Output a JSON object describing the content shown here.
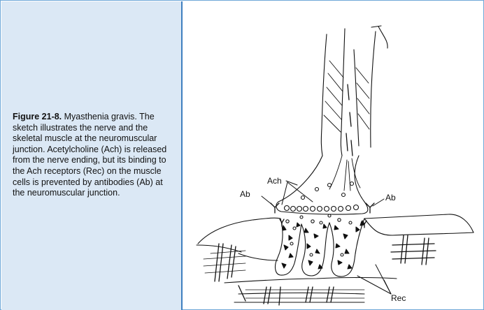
{
  "caption": {
    "figure_label": "Figure 21-8.",
    "text": " Myasthenia gravis. The sketch illustrates the nerve and the skeletal muscle at the neuromuscular junction. Acetylcholine (Ach) is released from the nerve ending, but its binding to the Ach receptors (Rec) on the muscle cells is prevented by antibodies (Ab) at the neuromuscular junction."
  },
  "sketch": {
    "labels": {
      "ach": "Ach",
      "ab_left": "Ab",
      "ab_right": "Ab",
      "rec": "Rec"
    }
  },
  "colors": {
    "panel_bg": "#dbe8f5",
    "divider": "#3f7fbf",
    "ink": "#111111"
  }
}
